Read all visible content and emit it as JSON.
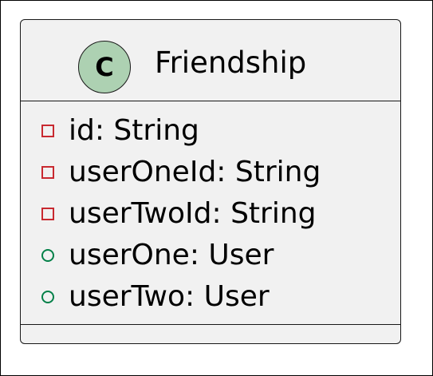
{
  "class": {
    "stereotype_letter": "C",
    "name": "Friendship",
    "circle_color": "#add1b2"
  },
  "attributes": [
    {
      "visibility": "private",
      "text": "id: String"
    },
    {
      "visibility": "private",
      "text": "userOneId: String"
    },
    {
      "visibility": "private",
      "text": "userTwoId: String"
    },
    {
      "visibility": "public",
      "text": "userOne: User"
    },
    {
      "visibility": "public",
      "text": "userTwo: User"
    }
  ],
  "methods": [],
  "colors": {
    "private_marker": "#c82930",
    "public_marker": "#038048",
    "box_fill": "#f1f1f1"
  }
}
